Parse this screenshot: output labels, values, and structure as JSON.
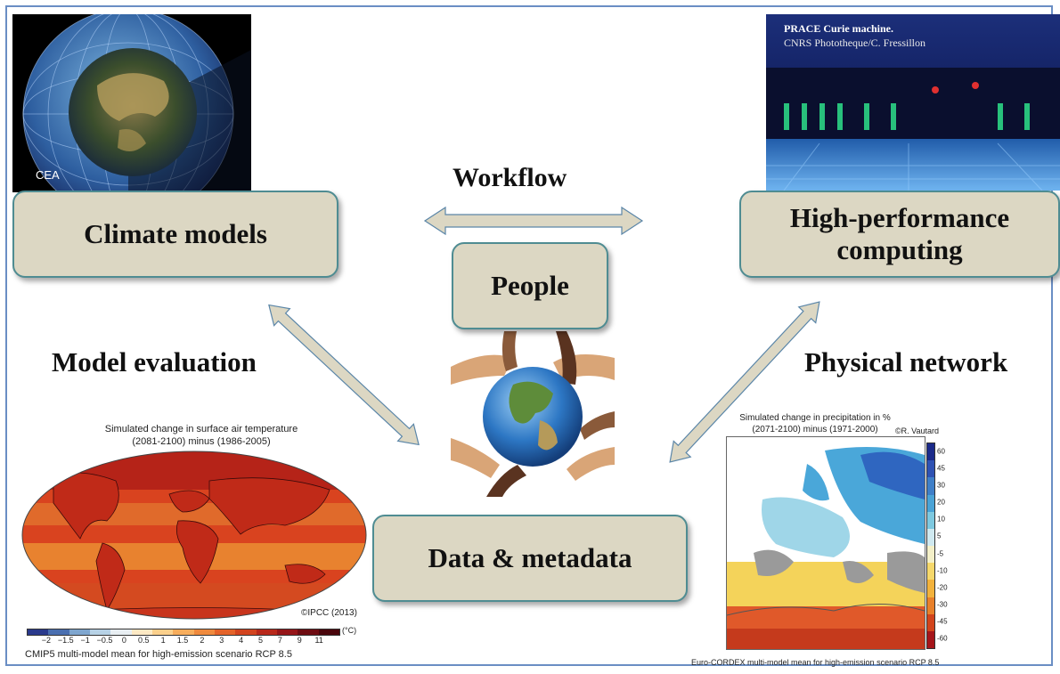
{
  "workflow_label": "Workflow",
  "model_eval_label": "Model evaluation",
  "physical_network_label": "Physical network",
  "boxes": {
    "climate": "Climate models",
    "hpc_line1": "High-performance",
    "hpc_line2": "computing",
    "people": "People",
    "data": "Data & metadata"
  },
  "images": {
    "globe_credit": "CEA",
    "hpc_credit_1": "PRACE Curie machine.",
    "hpc_credit_2": "CNRS Phototheque/C. Fressillon"
  },
  "temp_map": {
    "title_1": "Simulated change in surface air temperature",
    "title_2": "(2081-2100) minus (1986-2005)",
    "credit": "©IPCC (2013)",
    "ticks": [
      "−2",
      "−1.5",
      "−1",
      "−0.5",
      "0",
      "0.5",
      "1",
      "1.5",
      "2",
      "3",
      "4",
      "5",
      "7",
      "9",
      "11"
    ],
    "unit": "(°C)",
    "caption": "CMIP5 multi-model mean for high-emission scenario RCP 8.5",
    "colors": [
      "#2a3a8c",
      "#4a6fb0",
      "#7fa6cf",
      "#b7d2e6",
      "#e8eef2",
      "#fde9c4",
      "#fbd08c",
      "#f7ad5c",
      "#ef8a3e",
      "#e4632a",
      "#d2441f",
      "#b8281a",
      "#951518",
      "#6e0c12",
      "#4a060c"
    ]
  },
  "precip_map": {
    "title_1": "Simulated change in precipitation in %",
    "title_2": "(2071-2100) minus (1971-2000)",
    "credit": "©R. Vautard",
    "ticks": [
      "60",
      "45",
      "30",
      "20",
      "10",
      "5",
      "-5",
      "-10",
      "-20",
      "-30",
      "-45",
      "-60"
    ],
    "caption": "Euro-CORDEX multi-model mean for high-emission scenario RCP 8.5",
    "colors": [
      "#1b2a8a",
      "#2f52b3",
      "#3f7fc8",
      "#4aa3d6",
      "#7ec9e0",
      "#cfe9f0",
      "#f4f0c8",
      "#f6d86b",
      "#f2b23c",
      "#e8802a",
      "#d2441c",
      "#a5151a"
    ]
  }
}
